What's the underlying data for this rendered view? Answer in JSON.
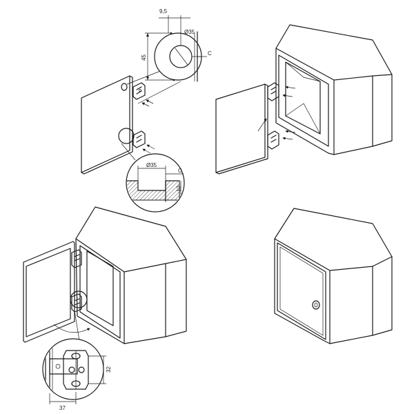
{
  "dimensions": {
    "offset_a": "9,5",
    "cup_diameter_top": "Ø35",
    "vertical_45": "45",
    "clearance_top": "C",
    "cup_diameter_section": "Ø35",
    "clearance_section": "C",
    "depth_12": "12",
    "plate_height_32": "32",
    "plate_offset_37": "37"
  },
  "colors": {
    "line": "#1a1a1a",
    "background": "#ffffff"
  }
}
